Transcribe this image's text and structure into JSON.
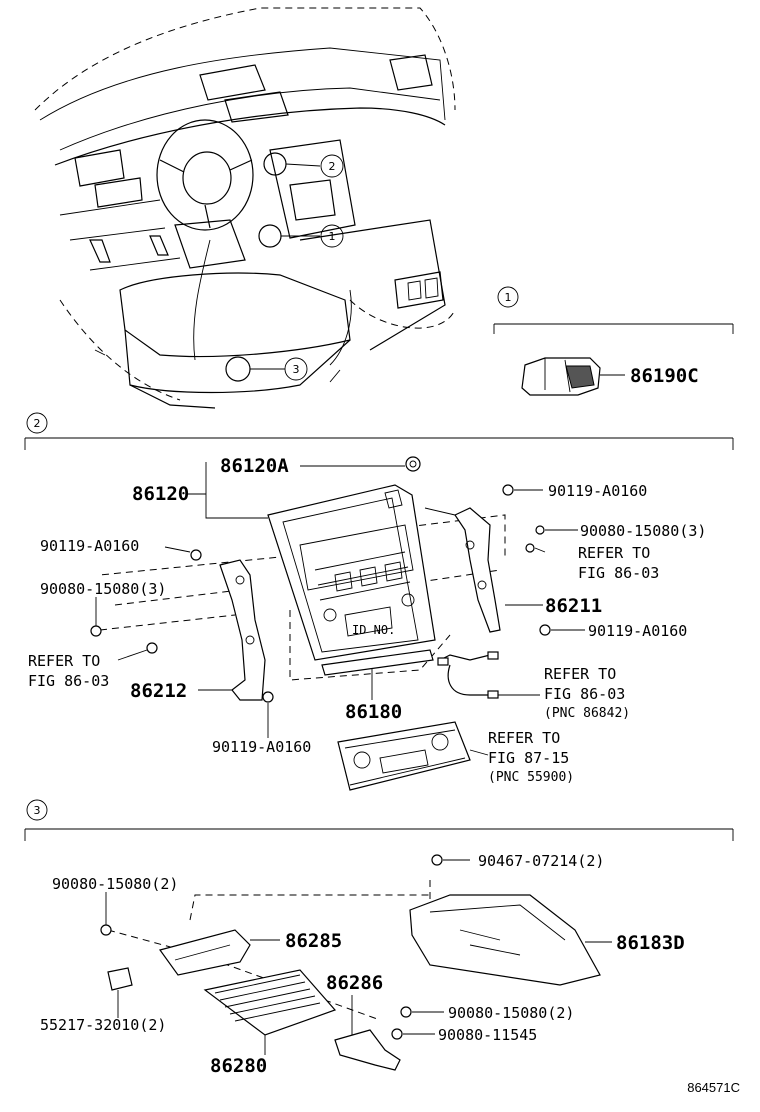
{
  "callouts": {
    "c1": "1",
    "c2": "2",
    "c3": "3"
  },
  "section1": {
    "number": "1",
    "part_86190C": "86190C"
  },
  "section2": {
    "number": "2",
    "part_86120": "86120",
    "part_86120A": "86120A",
    "bolt_top_right": "90119-A0160",
    "screw_right": "90080-15080(3)",
    "refer_right_1": "REFER TO",
    "refer_right_2": "FIG 86-03",
    "part_86211": "86211",
    "bolt_right_lower": "90119-A0160",
    "bolt_left_upper": "90119-A0160",
    "screw_left": "90080-15080(3)",
    "refer_left_1": "REFER TO",
    "refer_left_2": "FIG 86-03",
    "part_86212": "86212",
    "bolt_bottom": "90119-A0160",
    "part_86180": "86180",
    "id_no": "ID NO.",
    "wire_refer_1": "REFER TO",
    "wire_refer_2": "FIG 86-03",
    "wire_refer_3": "(PNC 86842)",
    "climate_refer_1": "REFER TO",
    "climate_refer_2": "FIG 87-15",
    "climate_refer_3": "(PNC 55900)"
  },
  "section3": {
    "number": "3",
    "screw_top_left": "90080-15080(2)",
    "bolt_top": "90467-07214(2)",
    "part_86285": "86285",
    "part_86183D": "86183D",
    "part_86286": "86286",
    "clip": "55217-32010(2)",
    "screw_mid_right": "90080-15080(2)",
    "screw_low_right": "90080-11545",
    "part_86280": "86280"
  },
  "figure_id": "864571C"
}
